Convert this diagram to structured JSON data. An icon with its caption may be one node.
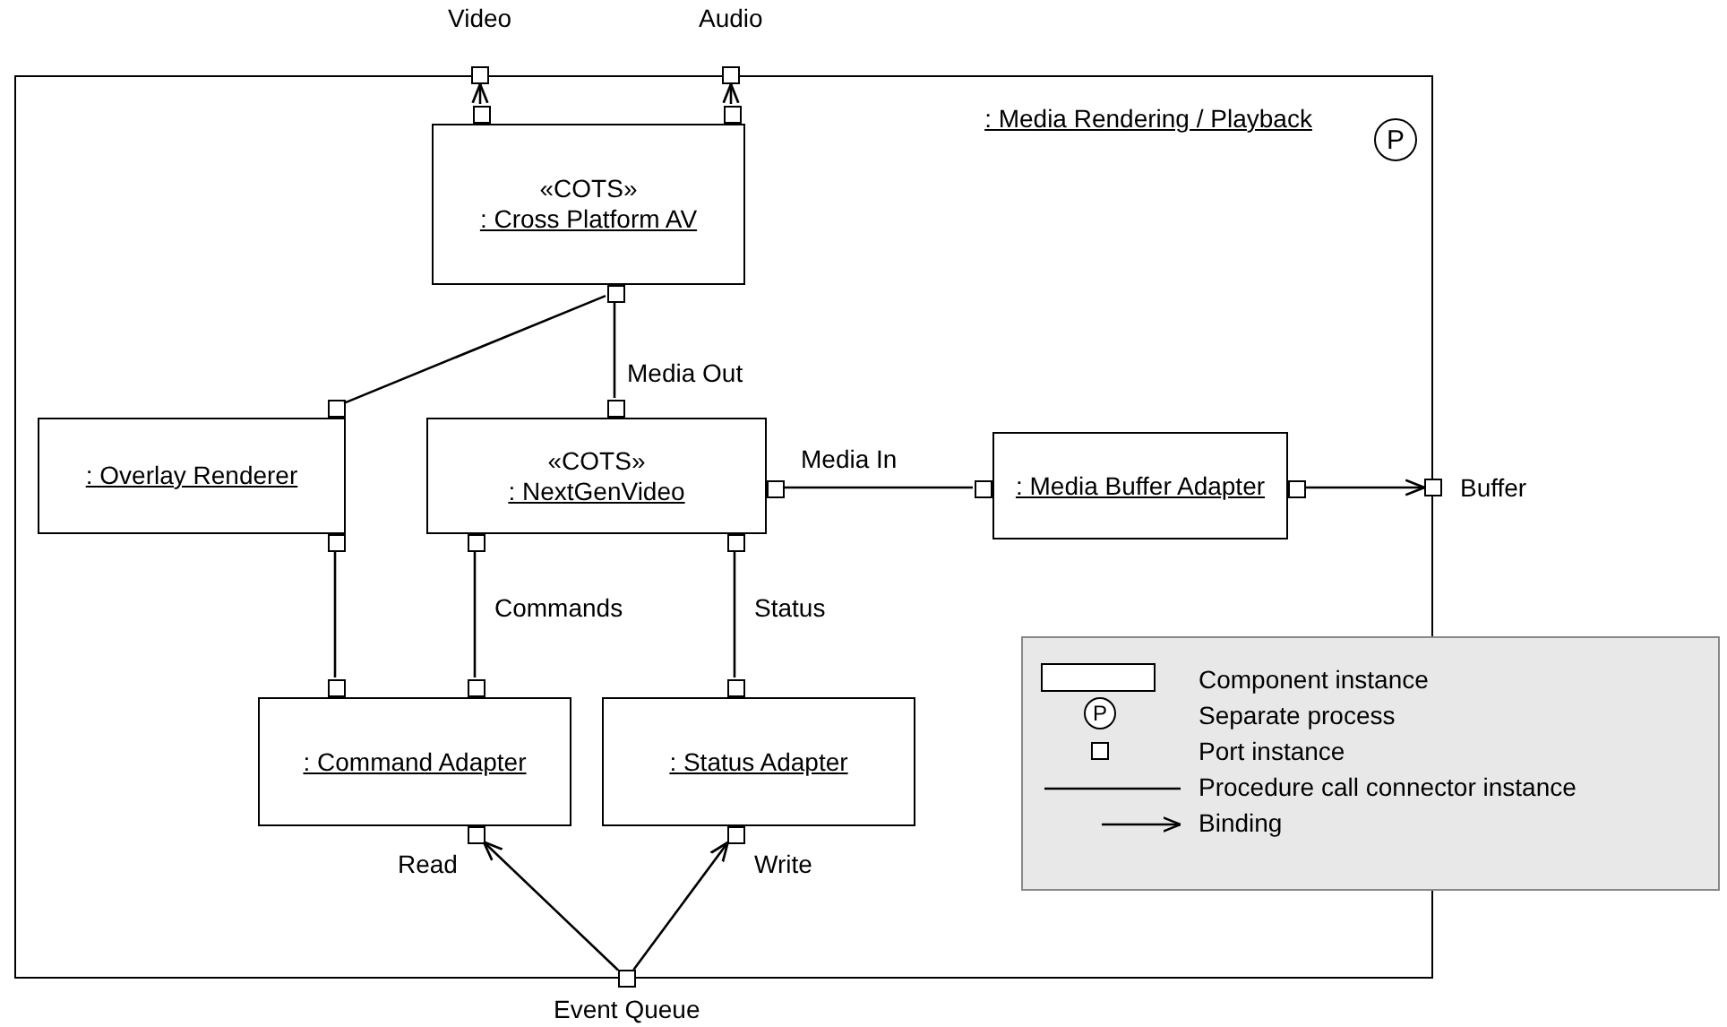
{
  "diagram": {
    "nodes": [
      {
        "text": [
          ": Media Rendering / Playback"
        ]
      },
      {
        "text": [
          "P"
        ],
        "in": 0
      },
      {
        "text": [
          "«COTS»",
          ": Cross Platform AV"
        ],
        "in": 0
      },
      {
        "text": [
          ": Overlay Renderer"
        ],
        "in": 0
      },
      {
        "text": [
          "«COTS»",
          ": NextGenVideo"
        ],
        "in": 0
      },
      {
        "text": [
          ": Media Buffer Adapter"
        ],
        "in": 0
      },
      {
        "text": [
          ": Command Adapter"
        ],
        "in": 0
      },
      {
        "text": [
          ": Status Adapter"
        ],
        "in": 0
      },
      {
        "text": [],
        "shape": "box",
        "beside": [
          "Video"
        ]
      },
      {
        "text": [],
        "shape": "box",
        "beside": [
          "Audio"
        ]
      },
      {
        "text": [],
        "shape": "box",
        "in": 0
      },
      {
        "text": [],
        "shape": "box",
        "in": 0
      },
      {
        "text": [],
        "shape": "box",
        "in": 0
      },
      {
        "text": [],
        "shape": "box",
        "in": 0
      },
      {
        "text": [],
        "shape": "box",
        "in": 0,
        "beside": [
          "Media Out"
        ]
      },
      {
        "text": [],
        "shape": "box",
        "in": 0,
        "beside": [
          "Media In"
        ]
      },
      {
        "text": [],
        "shape": "box",
        "in": 0
      },
      {
        "text": [],
        "shape": "box",
        "in": 0
      },
      {
        "text": [],
        "shape": "box",
        "beside": [
          "Buffer"
        ]
      },
      {
        "text": [],
        "shape": "box",
        "in": 0
      },
      {
        "text": [],
        "shape": "box",
        "in": 0,
        "beside": [
          "Commands"
        ]
      },
      {
        "text": [],
        "shape": "box",
        "in": 0,
        "beside": [
          "Status"
        ]
      },
      {
        "text": [],
        "shape": "box",
        "in": 0
      },
      {
        "text": [],
        "shape": "box",
        "in": 0
      },
      {
        "text": [],
        "shape": "box",
        "in": 0
      },
      {
        "text": [],
        "shape": "box",
        "in": 0,
        "beside": [
          "Read"
        ]
      },
      {
        "text": [],
        "shape": "box",
        "in": 0,
        "beside": [
          "Write"
        ]
      },
      {
        "text": [],
        "shape": "box",
        "beside": [
          "Event Queue"
        ]
      }
    ],
    "edges": [
      {
        "from": 10,
        "to": 8,
        "arrow": "to"
      },
      {
        "from": 11,
        "to": 9,
        "arrow": "to"
      },
      {
        "from": 12,
        "to": 13,
        "arrow": "none"
      },
      {
        "from": 12,
        "to": 14,
        "arrow": "none"
      },
      {
        "from": 15,
        "to": 16,
        "arrow": "none"
      },
      {
        "from": 17,
        "to": 18,
        "arrow": "to"
      },
      {
        "from": 19,
        "to": 22,
        "arrow": "none"
      },
      {
        "from": 20,
        "to": 23,
        "arrow": "none"
      },
      {
        "from": 21,
        "to": 24,
        "arrow": "none"
      },
      {
        "from": 27,
        "to": 25,
        "arrow": "to"
      },
      {
        "from": 27,
        "to": 26,
        "arrow": "to"
      }
    ],
    "labels": [
      "P"
    ],
    "legend": [
      {
        "text": "Component instance"
      },
      {
        "text": "Separate process"
      },
      {
        "text": "Port instance"
      },
      {
        "text": "Procedure call connector instance"
      },
      {
        "text": "Binding"
      }
    ]
  }
}
